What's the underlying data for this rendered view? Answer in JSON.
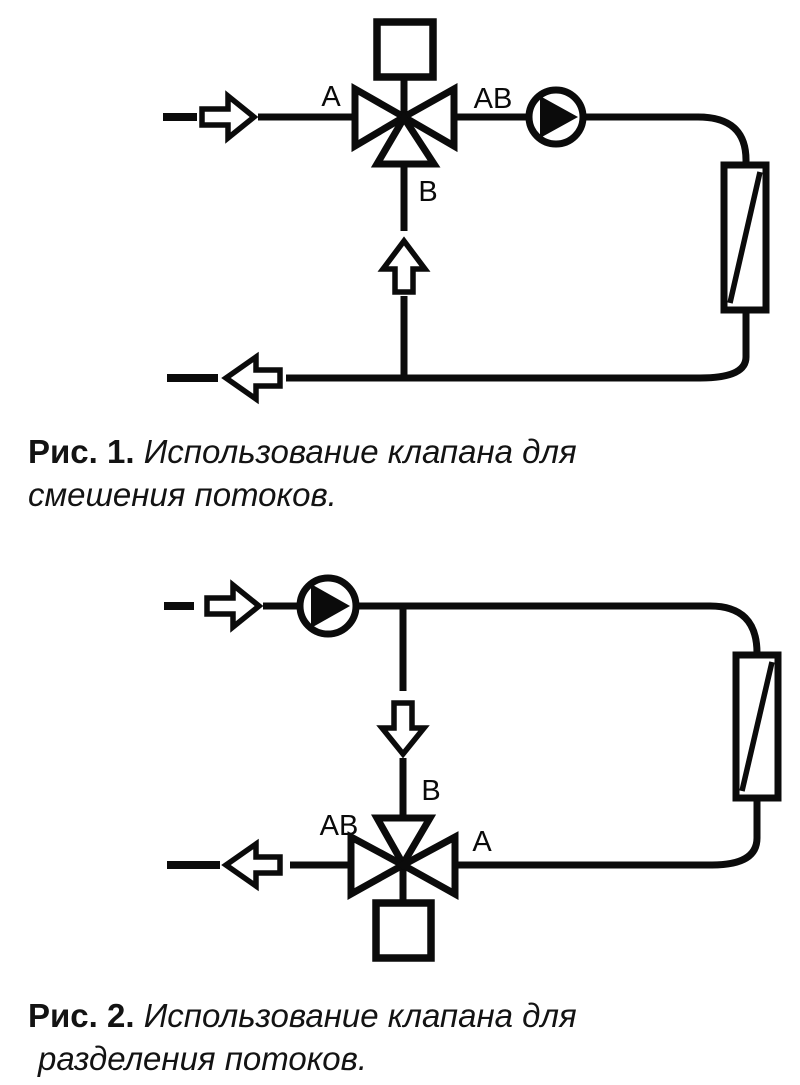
{
  "colors": {
    "background": "#ffffff",
    "line": "#0b0b0b",
    "fill_white": "#ffffff"
  },
  "figure1": {
    "port_a": "A",
    "port_ab": "AB",
    "port_b": "B",
    "caption_prefix": "Рис. 1.",
    "caption_line1": "Использование клапана для",
    "caption_line2": "смешения потоков.",
    "icons": [
      "flow-in-arrow",
      "three-way-valve",
      "actuator-box",
      "pump",
      "radiator",
      "flow-up-arrow",
      "flow-out-arrow"
    ]
  },
  "figure2": {
    "port_a": "A",
    "port_ab": "AB",
    "port_b": "B",
    "caption_prefix": "Рис. 2.",
    "caption_line1": "Использование клапана для",
    "caption_line2": "разделения потоков.",
    "icons": [
      "flow-in-arrow",
      "pump",
      "flow-down-arrow",
      "three-way-valve",
      "actuator-box",
      "radiator",
      "flow-out-arrow"
    ]
  }
}
